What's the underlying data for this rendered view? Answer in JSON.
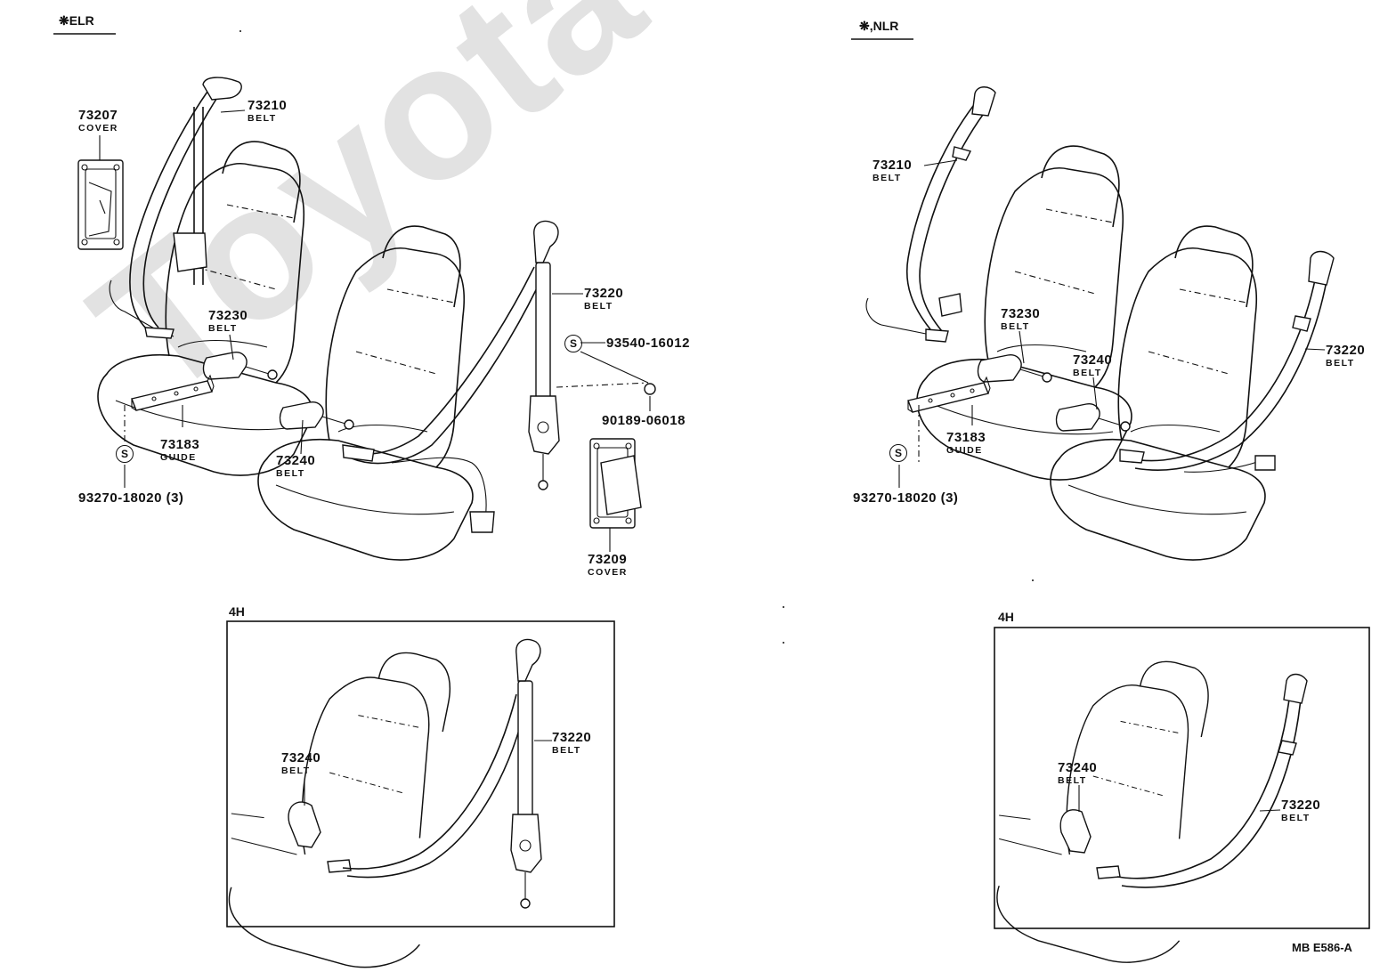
{
  "watermark": "ToyotaCarMine.ru",
  "sections": {
    "left": "ELR",
    "right": "NLR"
  },
  "section_mark": "❋",
  "s_mark": "S",
  "inset_label": "4H",
  "diagram_code": "MB E586-A",
  "elr": {
    "p73207": {
      "num": "73207",
      "name": "COVER"
    },
    "p73210": {
      "num": "73210",
      "name": "BELT"
    },
    "p73230": {
      "num": "73230",
      "name": "BELT"
    },
    "p73183": {
      "num": "73183",
      "name": "GUIDE"
    },
    "p93270": {
      "num": "93270-18020 (3)"
    },
    "p73240": {
      "num": "73240",
      "name": "BELT"
    },
    "p73220": {
      "num": "73220",
      "name": "BELT"
    },
    "p93540": {
      "num": "93540-16012"
    },
    "p90189": {
      "num": "90189-06018"
    },
    "p73209": {
      "num": "73209",
      "name": "COVER"
    },
    "inset": {
      "p73240": {
        "num": "73240",
        "name": "BELT"
      },
      "p73220": {
        "num": "73220",
        "name": "BELT"
      }
    }
  },
  "nlr": {
    "p73210": {
      "num": "73210",
      "name": "BELT"
    },
    "p73230": {
      "num": "73230",
      "name": "BELT"
    },
    "p73240": {
      "num": "73240",
      "name": "BELT"
    },
    "p73220": {
      "num": "73220",
      "name": "BELT"
    },
    "p73183": {
      "num": "73183",
      "name": "GUIDE"
    },
    "p93270": {
      "num": "93270-18020 (3)"
    },
    "inset": {
      "p73240": {
        "num": "73240",
        "name": "BELT"
      },
      "p73220": {
        "num": "73220",
        "name": "BELT"
      }
    }
  }
}
